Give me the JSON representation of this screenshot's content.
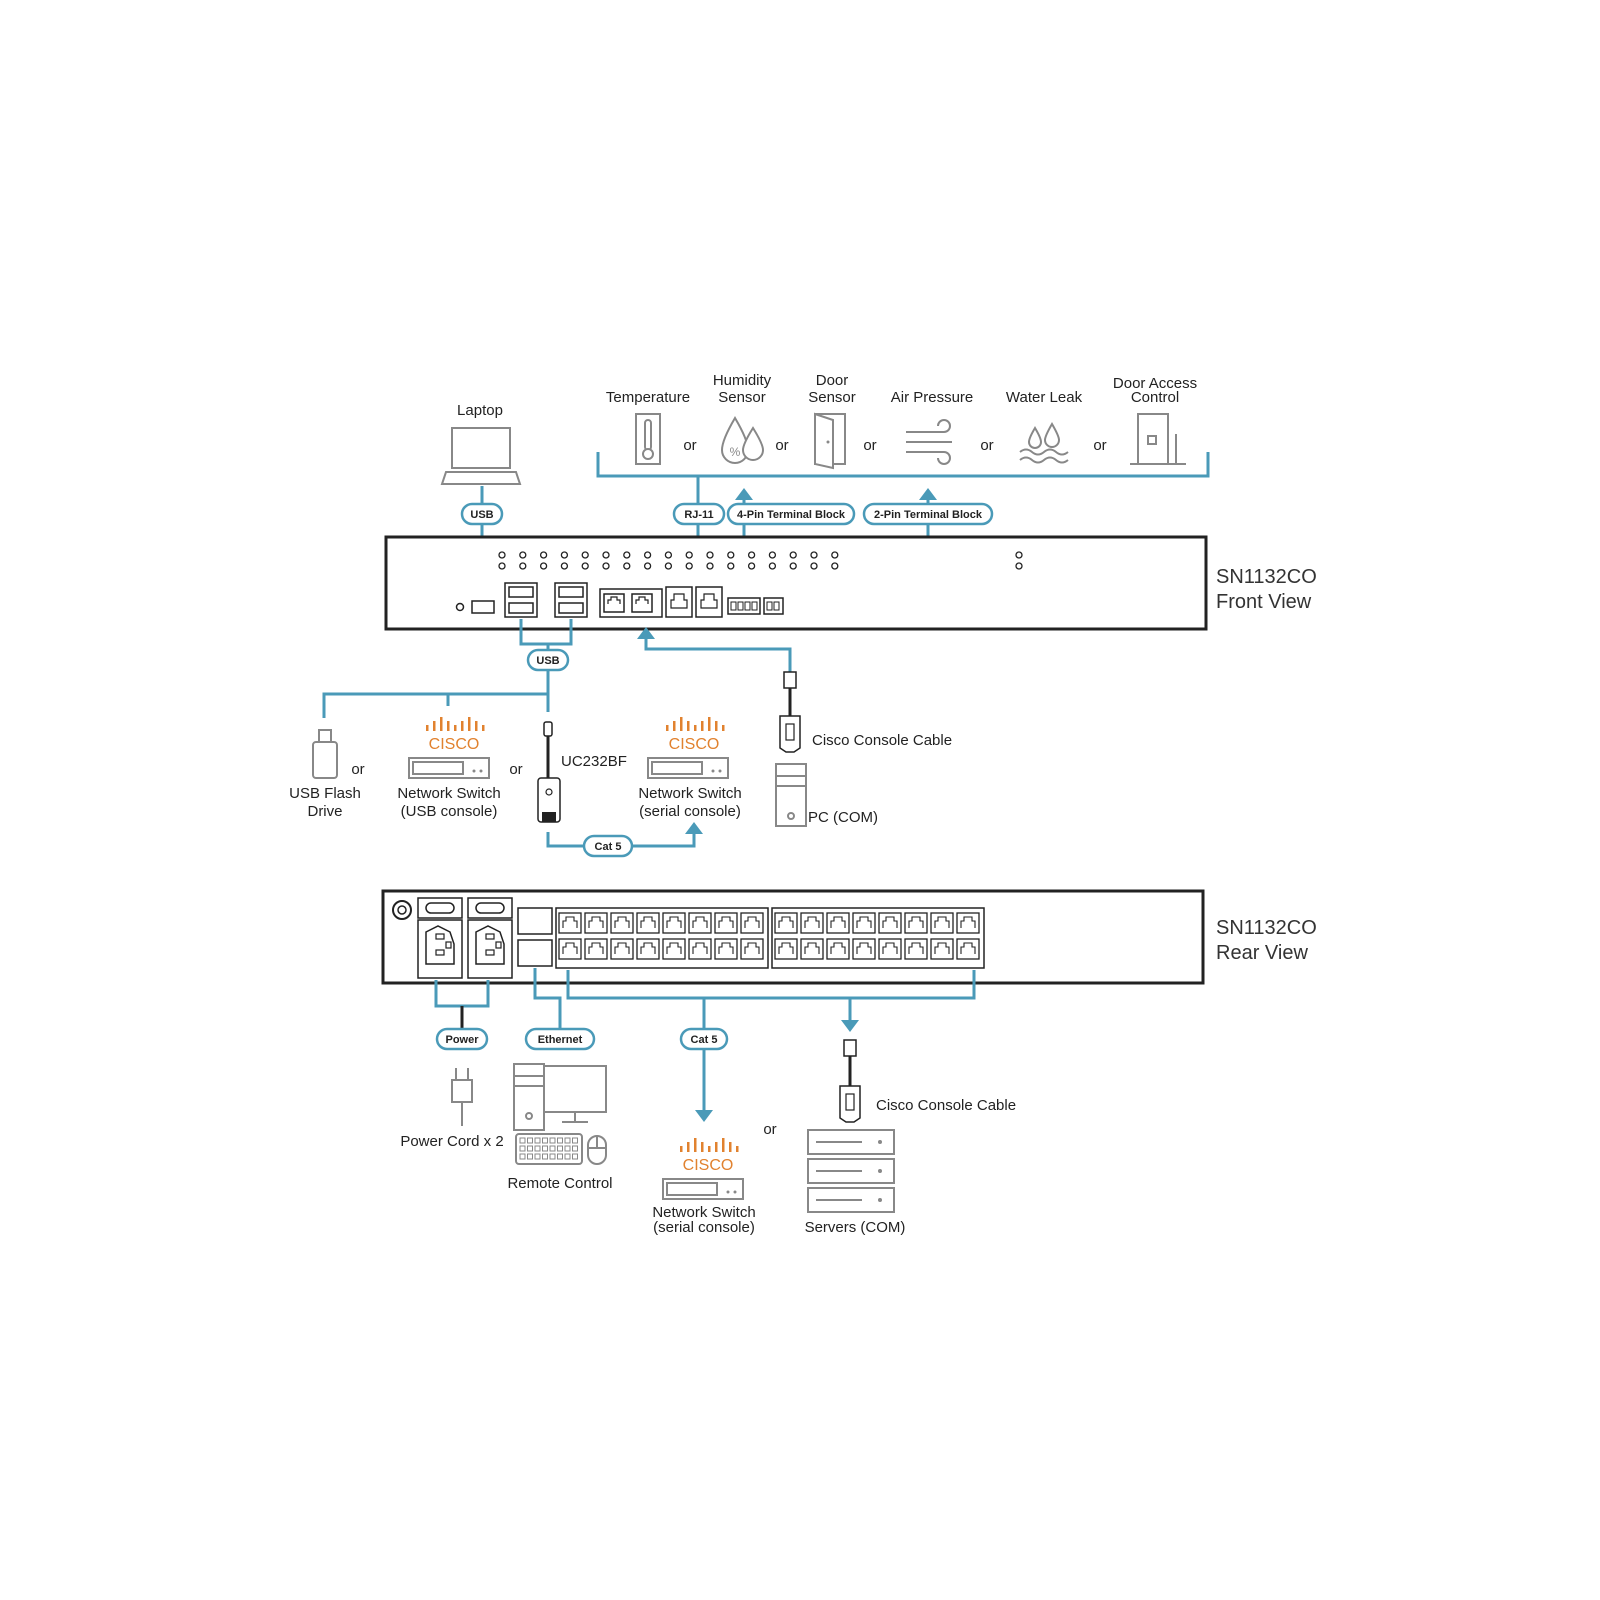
{
  "sensors": {
    "temperature": "Temperature",
    "humidity_1": "Humidity",
    "humidity_2": "Sensor",
    "door_1": "Door",
    "door_2": "Sensor",
    "air_pressure": "Air Pressure",
    "water_leak": "Water Leak",
    "door_access_1": "Door Access",
    "door_access_2": "Control",
    "or": "or"
  },
  "front": {
    "laptop": "Laptop",
    "model": "SN1132CO",
    "view": "Front View",
    "pills": {
      "usb_top": "USB",
      "rj11": "RJ-11",
      "pin4": "4-Pin Terminal Block",
      "pin2": "2-Pin Terminal Block",
      "usb_bottom": "USB",
      "cat5": "Cat 5"
    },
    "usb_flash_1": "USB Flash",
    "usb_flash_2": "Drive",
    "cisco": "CISCO",
    "switch_usb_1": "Network Switch",
    "switch_usb_2": "(USB console)",
    "uc232bf": "UC232BF",
    "switch_serial_1": "Network Switch",
    "switch_serial_2": "(serial console)",
    "console_cable": "Cisco Console Cable",
    "pc_com": "PC (COM)",
    "or": "or"
  },
  "rear": {
    "model": "SN1132CO",
    "view": "Rear View",
    "pills": {
      "power": "Power",
      "ethernet": "Ethernet",
      "cat5": "Cat 5"
    },
    "power_cord": "Power Cord x 2",
    "remote_control": "Remote Control",
    "cisco": "CISCO",
    "switch_serial_1": "Network Switch",
    "switch_serial_2": "(serial console)",
    "or": "or",
    "console_cable": "Cisco Console Cable",
    "servers": "Servers (COM)"
  },
  "colors": {
    "connector_line": "#4a9ab8",
    "cisco_brand": "#e1822f",
    "device_outline": "#222222",
    "icon_gray": "#888888"
  }
}
